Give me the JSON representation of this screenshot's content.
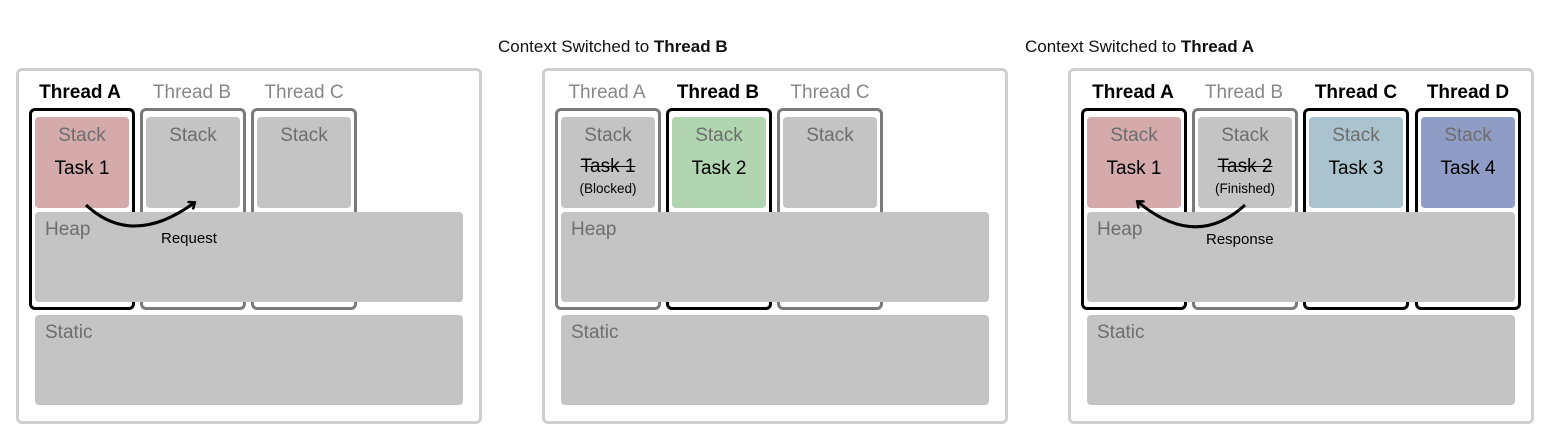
{
  "titles": [
    {
      "prefix": "Context Switched to ",
      "bold": "Thread B"
    },
    {
      "prefix": "Context Switched to ",
      "bold": "Thread A"
    }
  ],
  "memory_labels": {
    "stack": "Stack",
    "heap": "Heap",
    "static": "Static"
  },
  "panels": [
    {
      "threads": [
        {
          "name": "Thread A",
          "active": true,
          "task": "Task 1",
          "stack_color": "#d4aaaa"
        },
        {
          "name": "Thread B",
          "active": false,
          "task": "",
          "stack_color": "#c4c4c4"
        },
        {
          "name": "Thread C",
          "active": false,
          "task": "",
          "stack_color": "#c4c4c4"
        }
      ],
      "arrow_label": "Request"
    },
    {
      "threads": [
        {
          "name": "Thread A",
          "active": false,
          "task": "Task 1",
          "task_struck": true,
          "note": "(Blocked)",
          "stack_color": "#c4c4c4"
        },
        {
          "name": "Thread B",
          "active": true,
          "task": "Task 2",
          "stack_color": "#b0d5b0"
        },
        {
          "name": "Thread C",
          "active": false,
          "task": "",
          "stack_color": "#c4c4c4"
        }
      ]
    },
    {
      "threads": [
        {
          "name": "Thread A",
          "active": true,
          "task": "Task 1",
          "stack_color": "#d4aaaa"
        },
        {
          "name": "Thread B",
          "active": false,
          "task": "Task 2",
          "task_struck": true,
          "note": "(Finished)",
          "stack_color": "#c4c4c4"
        },
        {
          "name": "Thread C",
          "active": true,
          "task": "Task 3",
          "stack_color": "#abc3cf"
        },
        {
          "name": "Thread D",
          "active": true,
          "task": "Task 4",
          "stack_color": "#8f9cc6"
        }
      ],
      "arrow_label": "Response"
    }
  ]
}
